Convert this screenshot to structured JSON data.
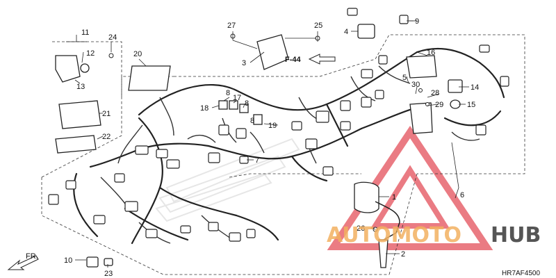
{
  "diagram": {
    "code": "HR7AF4500",
    "reference": "F-44",
    "front_label": "FR.",
    "part_numbers": [
      "1",
      "2",
      "3",
      "4",
      "5",
      "6",
      "7",
      "8",
      "8",
      "8",
      "9",
      "10",
      "11",
      "12",
      "13",
      "14",
      "15",
      "16",
      "17",
      "18",
      "19",
      "20",
      "21",
      "22",
      "23",
      "24",
      "25",
      "26",
      "27",
      "28",
      "29",
      "30"
    ]
  },
  "watermark": {
    "part1": "AUTOMOTO",
    "part2": "HUB",
    "color_orange": "#f2b060",
    "color_gray": "#555555",
    "color_red": "#e4505a"
  }
}
